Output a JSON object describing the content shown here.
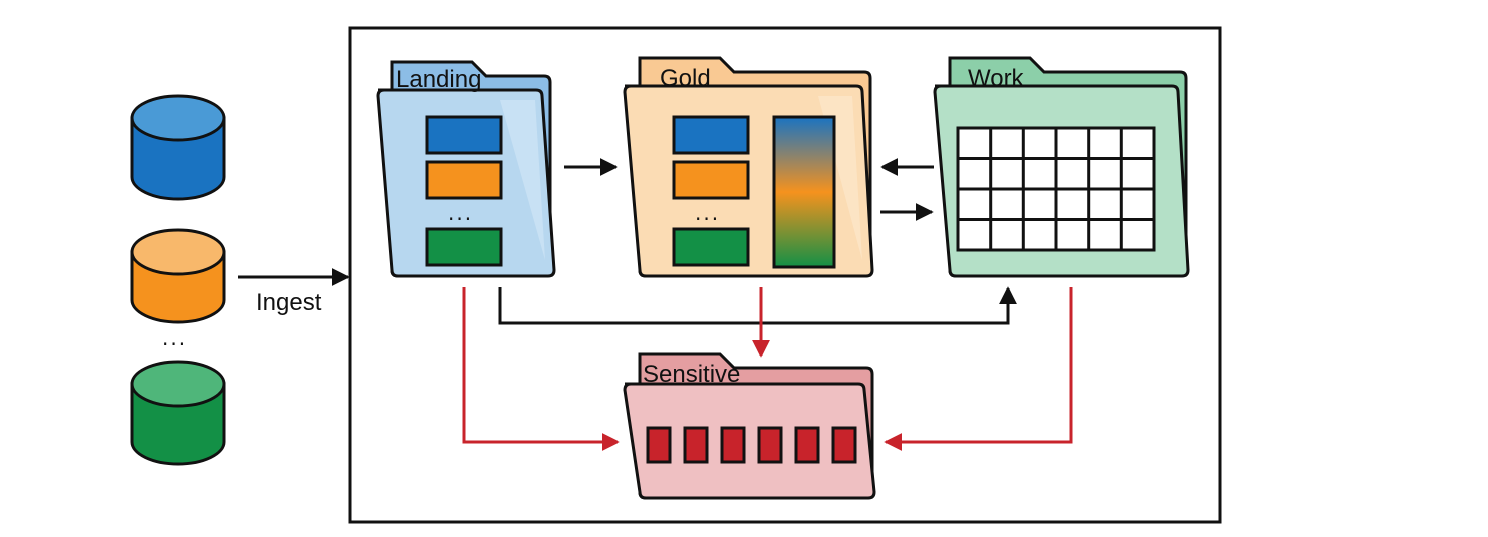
{
  "diagram": {
    "sources": {
      "items": [
        {
          "name": "source-db-blue",
          "color": "#1a73c1",
          "top_color": "#4a9ad6"
        },
        {
          "name": "source-db-orange",
          "color": "#f5921e",
          "top_color": "#f8b86b"
        },
        {
          "name": "source-db-green",
          "color": "#139046",
          "top_color": "#4fb67a"
        }
      ],
      "ellipsis": "..."
    },
    "ingest_label": "Ingest",
    "zones": {
      "landing": {
        "label": "Landing",
        "back": "#8cbde6",
        "front": "#b7d7ef",
        "ellipsis": "..."
      },
      "gold": {
        "label": "Gold",
        "back": "#f9c993",
        "front": "#fbdcb4",
        "ellipsis": "..."
      },
      "work": {
        "label": "Work",
        "back": "#8ccfa9",
        "front": "#b4e0c7"
      },
      "sensitive": {
        "label": "Sensitive",
        "back": "#e49ea1",
        "front": "#efc0c2"
      }
    },
    "colors": {
      "black_arrow": "#111111",
      "red_arrow": "#c8232b",
      "blue_block": "#1a73c1",
      "orange_block": "#f5921e",
      "green_block": "#139046",
      "sensitive_block": "#c8232b"
    }
  }
}
